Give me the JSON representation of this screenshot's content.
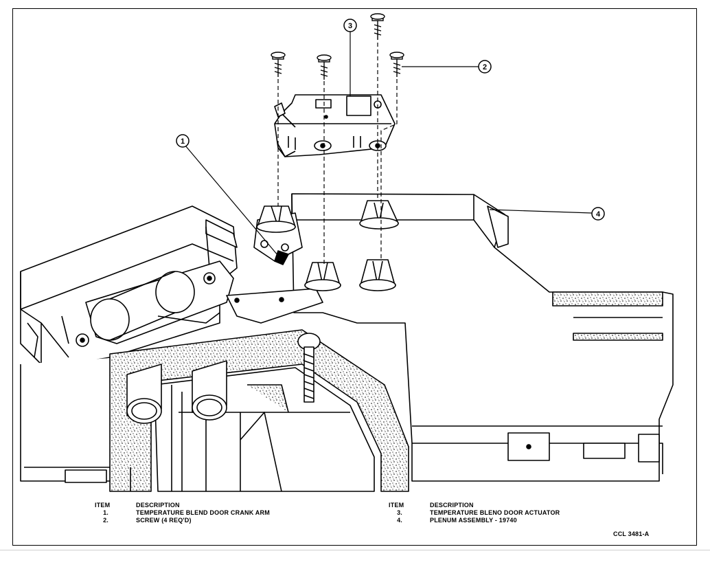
{
  "callouts": [
    {
      "label": "1"
    },
    {
      "label": "2"
    },
    {
      "label": "3"
    },
    {
      "label": "4"
    }
  ],
  "legend": {
    "left": {
      "item_header": "ITEM",
      "desc_header": "DESCRIPTION",
      "rows": [
        {
          "num": "1.",
          "desc": "TEMPERATURE BLEND DOOR CRANK ARM"
        },
        {
          "num": "2.",
          "desc": "SCREW (4 REQ'D)"
        }
      ]
    },
    "right": {
      "item_header": "ITEM",
      "desc_header": "DESCRIPTION",
      "rows": [
        {
          "num": "3.",
          "desc": "TEMPERATURE BLENO DOOR ACTUATOR"
        },
        {
          "num": "4.",
          "desc": "PLENUM ASSEMBLY - 19740"
        }
      ]
    }
  },
  "figure_code": "CCL 3481-A"
}
